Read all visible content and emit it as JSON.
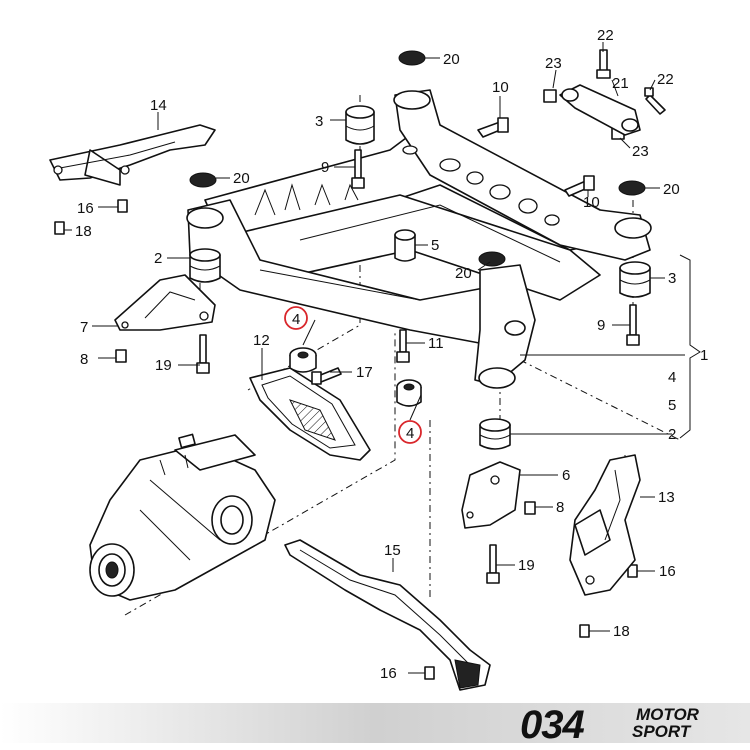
{
  "callouts": [
    {
      "id": "c22a",
      "text": "22"
    },
    {
      "id": "c23a",
      "text": "23"
    },
    {
      "id": "c21",
      "text": "21"
    },
    {
      "id": "c22b",
      "text": "22"
    },
    {
      "id": "c23b",
      "text": "23"
    },
    {
      "id": "c20a",
      "text": "20"
    },
    {
      "id": "c14",
      "text": "14"
    },
    {
      "id": "c10a",
      "text": "10"
    },
    {
      "id": "c3a",
      "text": "3"
    },
    {
      "id": "c9a",
      "text": "9"
    },
    {
      "id": "c20b",
      "text": "20"
    },
    {
      "id": "c16a",
      "text": "16"
    },
    {
      "id": "c18a",
      "text": "18"
    },
    {
      "id": "c10b",
      "text": "10"
    },
    {
      "id": "c20c",
      "text": "20"
    },
    {
      "id": "c2a",
      "text": "2"
    },
    {
      "id": "c5a",
      "text": "5"
    },
    {
      "id": "c20d",
      "text": "20"
    },
    {
      "id": "c3b",
      "text": "3"
    },
    {
      "id": "c7",
      "text": "7"
    },
    {
      "id": "c4a",
      "text": "4"
    },
    {
      "id": "c12",
      "text": "12"
    },
    {
      "id": "c11",
      "text": "11"
    },
    {
      "id": "c9b",
      "text": "9"
    },
    {
      "id": "c1",
      "text": "1"
    },
    {
      "id": "c8a",
      "text": "8"
    },
    {
      "id": "c19a",
      "text": "19"
    },
    {
      "id": "c17",
      "text": "17"
    },
    {
      "id": "c4r",
      "text": "4"
    },
    {
      "id": "c5r",
      "text": "5"
    },
    {
      "id": "c4b",
      "text": "4"
    },
    {
      "id": "c2b",
      "text": "2"
    },
    {
      "id": "c6",
      "text": "6"
    },
    {
      "id": "c8b",
      "text": "8"
    },
    {
      "id": "c13",
      "text": "13"
    },
    {
      "id": "c15",
      "text": "15"
    },
    {
      "id": "c19b",
      "text": "19"
    },
    {
      "id": "c16b",
      "text": "16"
    },
    {
      "id": "c18b",
      "text": "18"
    },
    {
      "id": "c16c",
      "text": "16"
    }
  ],
  "logo": {
    "numerals": "034",
    "line1": "MOTOR",
    "line2": "SPORT"
  },
  "colors": {
    "line": "#111111",
    "highlight": "#d9262b",
    "band": "#d8d8d8"
  }
}
